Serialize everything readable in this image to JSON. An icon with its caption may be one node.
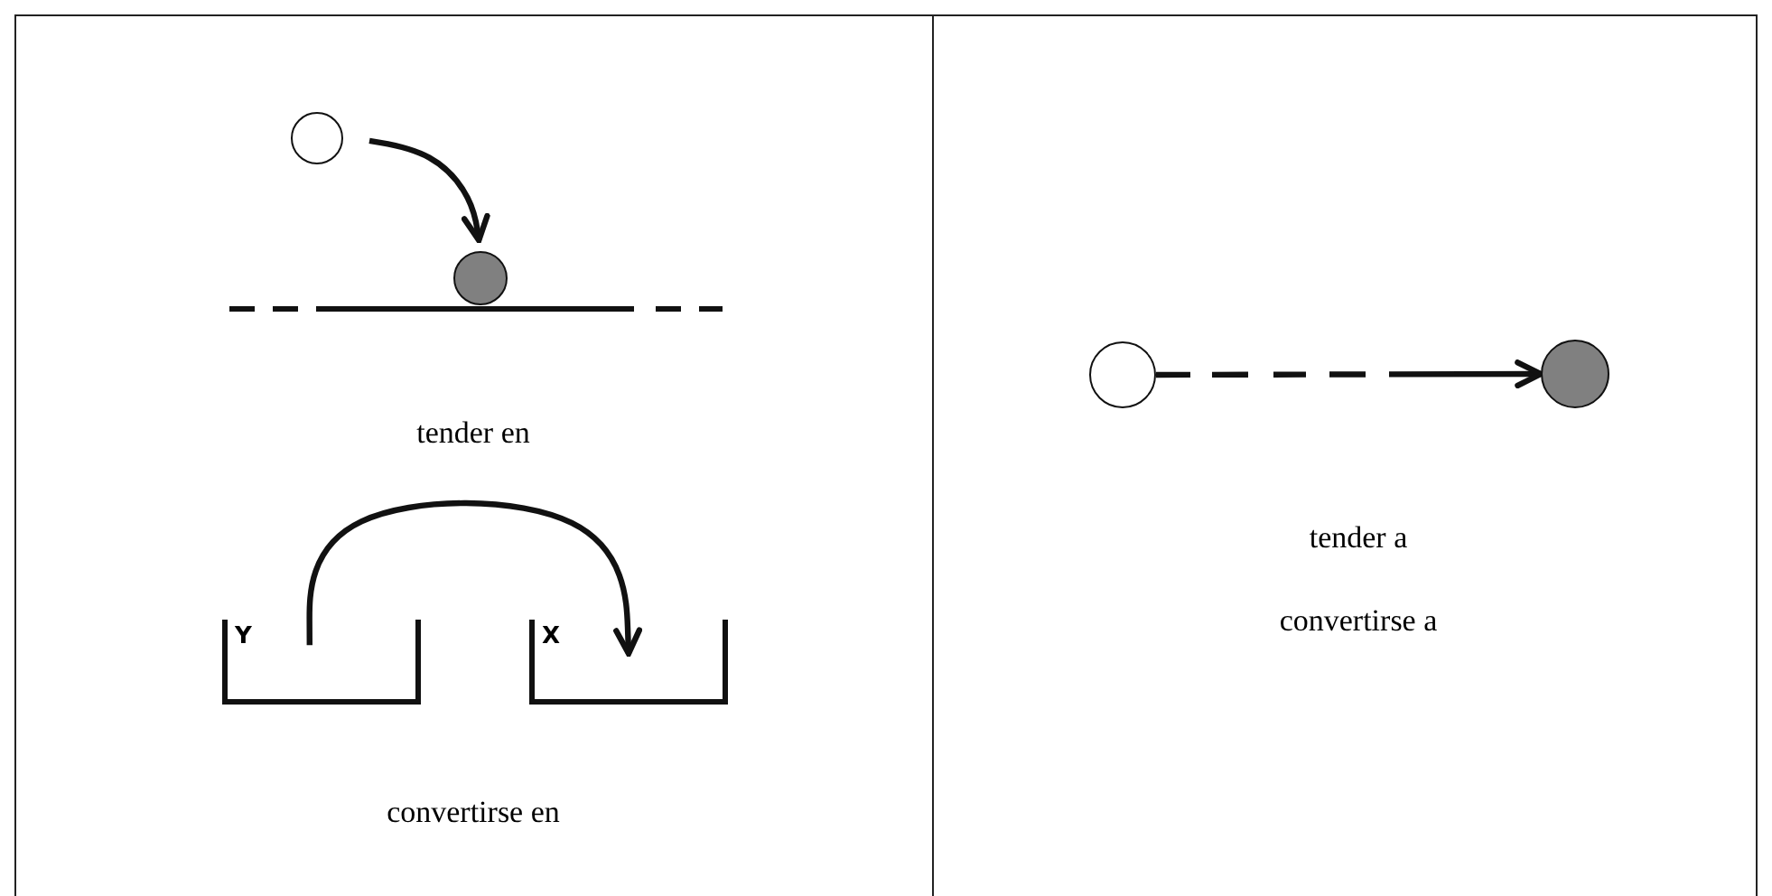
{
  "diagram": {
    "nodes": [
      {
        "text": [],
        "shape": "circle"
      },
      {
        "text": [],
        "shape": "circle"
      },
      {
        "text": [
          "Y"
        ]
      },
      {
        "text": [
          "X"
        ]
      },
      {
        "text": [],
        "shape": "circle"
      },
      {
        "text": [],
        "shape": "circle"
      }
    ],
    "edges": [
      {
        "from": 0,
        "to": 1,
        "arrow": "to"
      },
      {
        "from": 2,
        "to": 3,
        "arrow": "to"
      },
      {
        "from": 4,
        "to": 5,
        "arrow": "to",
        "style": "dashed"
      }
    ],
    "labels": [
      "tender en",
      "convertirse en",
      "tender a",
      "convertirse a"
    ]
  }
}
